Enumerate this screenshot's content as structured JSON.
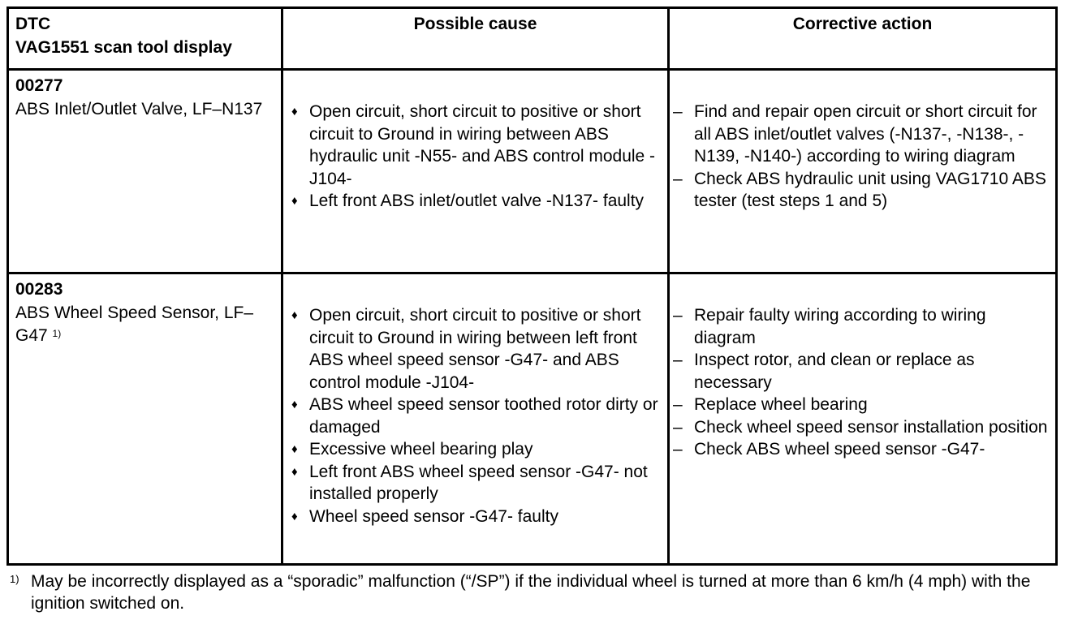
{
  "table": {
    "headers": {
      "dtc_line1": "DTC",
      "dtc_line2": "VAG1551 scan tool display",
      "cause": "Possible cause",
      "action": "Corrective action"
    },
    "rows": [
      {
        "code": "00277",
        "name": "ABS Inlet/Outlet Valve, LF–N137",
        "name_footnote": "",
        "causes": [
          "Open circuit, short circuit to positive or short circuit to Ground in wiring between ABS hydraulic unit -N55- and ABS control module -J104-",
          "Left front ABS inlet/outlet valve -N137- faulty"
        ],
        "actions": [
          "Find and repair open circuit or short circuit for all ABS inlet/outlet valves (-N137-, -N138-, -N139, -N140-) according to wiring diagram",
          "Check ABS hydraulic unit using VAG1710 ABS tester (test steps 1 and 5)"
        ]
      },
      {
        "code": "00283",
        "name": "ABS Wheel Speed Sensor, LF–G47",
        "name_footnote": "1)",
        "causes": [
          "Open circuit, short circuit to positive or short circuit to Ground in wiring between left front ABS wheel speed sensor -G47- and ABS control module -J104-",
          "ABS wheel speed sensor toothed rotor dirty or damaged",
          "Excessive wheel bearing play",
          "Left front ABS wheel speed sensor -G47- not installed properly",
          "Wheel speed sensor -G47- faulty"
        ],
        "actions": [
          "Repair faulty wiring according to wiring diagram",
          "Inspect rotor, and clean or replace as necessary",
          "Replace wheel bearing",
          "Check wheel speed sensor installation position",
          "Check ABS wheel speed sensor -G47-"
        ]
      }
    ],
    "bullet_symbol": "♦",
    "dash_symbol": "–"
  },
  "footnote": {
    "mark": "1)",
    "text": "May be incorrectly displayed as a “sporadic” malfunction (“/SP”) if the individual wheel is turned at more than 6 km/h (4 mph) with the ignition switched on."
  }
}
